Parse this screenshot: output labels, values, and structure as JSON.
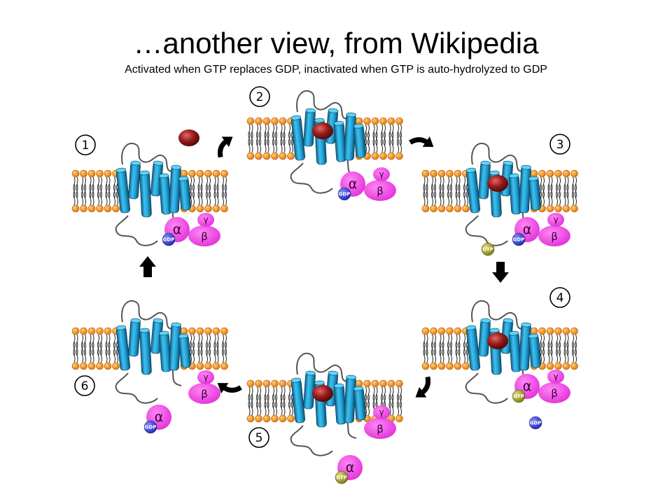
{
  "title": "…another view, from Wikipedia",
  "subtitle": "Activated when GTP replaces GDP, inactivated when GTP is auto-hydrolyzed to GDP",
  "symbols": {
    "alpha": "α",
    "beta": "β",
    "gamma": "γ"
  },
  "nucleotides": {
    "gdp": "GDP",
    "gtp": "GTP"
  },
  "colors": {
    "receptor": "#1f9ac9",
    "subunit": "#ee33dd",
    "gdp": "#2e3fd8",
    "gtp": "#a8a825",
    "ligand": "#8b1414",
    "lipid_head": "#f08a10",
    "arrow": "#000000"
  },
  "steps": [
    {
      "label": "1",
      "ligand_bound": false,
      "alpha_nucleotide": "GDP",
      "alpha_attached": true,
      "free_nucleotide": ""
    },
    {
      "label": "2",
      "ligand_bound": true,
      "alpha_nucleotide": "GDP",
      "alpha_attached": true,
      "free_nucleotide": ""
    },
    {
      "label": "3",
      "ligand_bound": true,
      "alpha_nucleotide": "GDP",
      "alpha_attached": true,
      "free_nucleotide": "GTP"
    },
    {
      "label": "4",
      "ligand_bound": true,
      "alpha_nucleotide": "GTP",
      "alpha_attached": true,
      "free_nucleotide": "GDP"
    },
    {
      "label": "5",
      "ligand_bound": true,
      "alpha_nucleotide": "GTP",
      "alpha_attached": false,
      "free_nucleotide": ""
    },
    {
      "label": "6",
      "ligand_bound": false,
      "alpha_nucleotide": "GDP",
      "alpha_attached": false,
      "free_nucleotide": ""
    }
  ]
}
